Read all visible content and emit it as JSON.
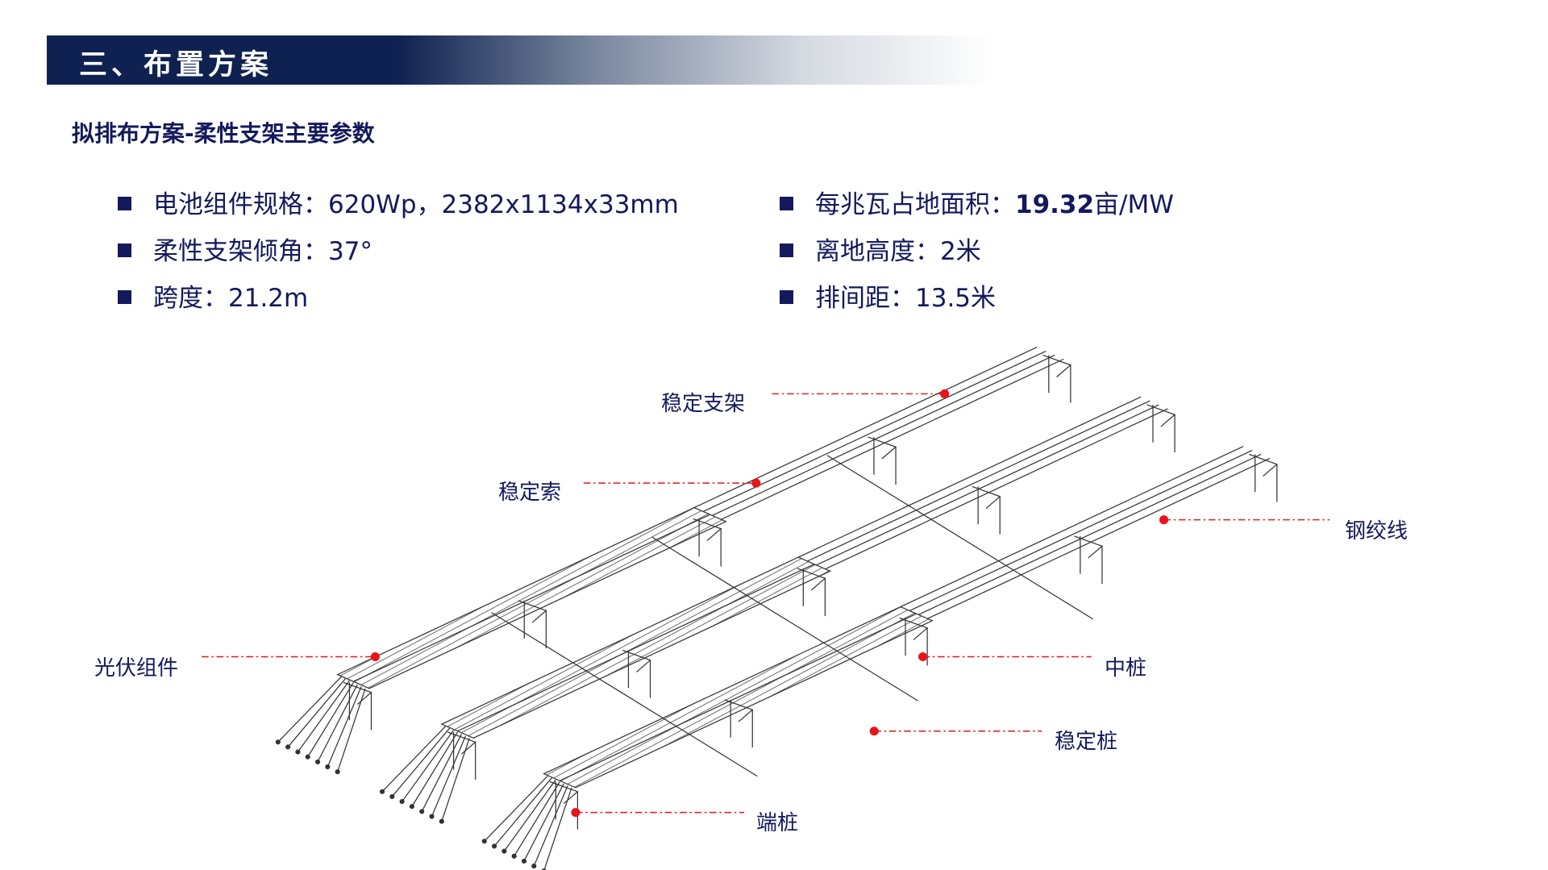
{
  "header": {
    "title": "三、布置方案"
  },
  "subtitle": "拟排布方案-柔性支架主要参数",
  "params_left": [
    {
      "label": "电池组件规格：",
      "value": "620Wp，2382x1134x33mm"
    },
    {
      "label": "柔性支架倾角：",
      "value": "37°"
    },
    {
      "label": "跨度：",
      "value": "21.2m"
    }
  ],
  "params_right": [
    {
      "label": "每兆瓦占地面积：",
      "value_bold": "19.32",
      "value": "亩/MW"
    },
    {
      "label": "离地高度：",
      "value": "2米"
    },
    {
      "label": "排间距：",
      "value": "13.5米"
    }
  ],
  "diagram": {
    "labels": {
      "stable_bracket": "稳定支架",
      "stable_cable": "稳定索",
      "steel_strand": "钢绞线",
      "pv_module": "光伏组件",
      "middle_pile": "中桩",
      "stable_pile": "稳定桩",
      "end_pile": "端桩"
    },
    "marker_color": "#e8141b"
  }
}
